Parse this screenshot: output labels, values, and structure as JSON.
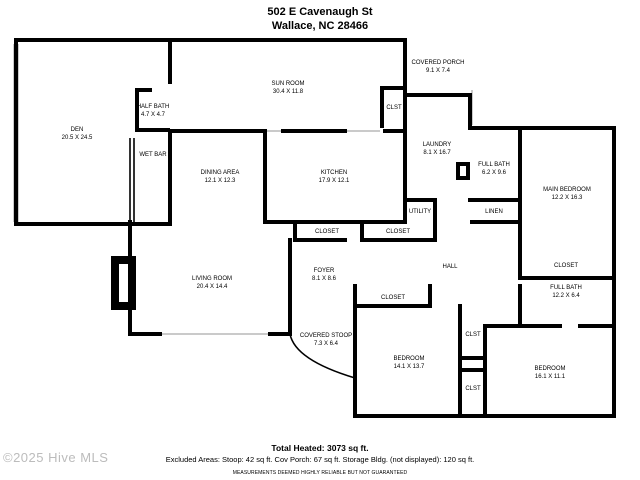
{
  "header": {
    "address_line1": "502 E Cavenaugh St",
    "address_line2": "Wallace, NC 28466"
  },
  "rooms": {
    "den": {
      "name": "DEN",
      "dims": "20.5 X 24.5"
    },
    "half_bath": {
      "name": "HALF BATH",
      "dims": "4.7 X 4.7"
    },
    "wet_bar": {
      "name": "WET BAR"
    },
    "sun_room": {
      "name": "SUN ROOM",
      "dims": "30.4 X 11.8"
    },
    "covered_porch": {
      "name": "COVERED PORCH",
      "dims": "9.1 X 7.4"
    },
    "clst_sun": {
      "name": "CLST"
    },
    "laundry": {
      "name": "LAUNDRY",
      "dims": "8.1 X 16.7"
    },
    "full_bath_1": {
      "name": "FULL BATH",
      "dims": "6.2 X 9.6"
    },
    "main_bedroom": {
      "name": "MAIN BEDROOM",
      "dims": "12.2 X 16.3"
    },
    "dining_area": {
      "name": "DINING AREA",
      "dims": "12.1 X 12.3"
    },
    "kitchen": {
      "name": "KITCHEN",
      "dims": "17.9 X 12.1"
    },
    "utility": {
      "name": "UTILITY"
    },
    "linen": {
      "name": "LINEN"
    },
    "closet_1": {
      "name": "CLOSET"
    },
    "closet_2": {
      "name": "CLOSET"
    },
    "hall": {
      "name": "HALL"
    },
    "closet_main": {
      "name": "CLOSET"
    },
    "living_room": {
      "name": "LIVING ROOM",
      "dims": "20.4 X 14.4"
    },
    "foyer": {
      "name": "FOYER",
      "dims": "8.1 X 8.6"
    },
    "closet_3": {
      "name": "CLOSET"
    },
    "full_bath_2": {
      "name": "FULL BATH",
      "dims": "12.2 X 6.4"
    },
    "covered_stoop": {
      "name": "COVERED STOOP",
      "dims": "7.3 X 6.4"
    },
    "bedroom_1": {
      "name": "BEDROOM",
      "dims": "14.1 X 13.7"
    },
    "clst_a": {
      "name": "CLST"
    },
    "clst_b": {
      "name": "CLST"
    },
    "bedroom_2": {
      "name": "BEDROOM",
      "dims": "16.1 X 11.1"
    }
  },
  "footer": {
    "total_heated": "Total Heated: 3073 sq ft.",
    "excluded": "Excluded Areas: Stoop: 42 sq ft. Cov Porch: 67 sq ft. Storage Bldg. (not displayed): 120 sq ft.",
    "disclaimer": "MEASUREMENTS DEEMED HIGHLY RELIABLE BUT NOT GUARANTEED"
  },
  "watermark": "©2025 Hive MLS",
  "colors": {
    "wall": "#000000",
    "window": "#b9b9b9",
    "background": "#ffffff"
  }
}
